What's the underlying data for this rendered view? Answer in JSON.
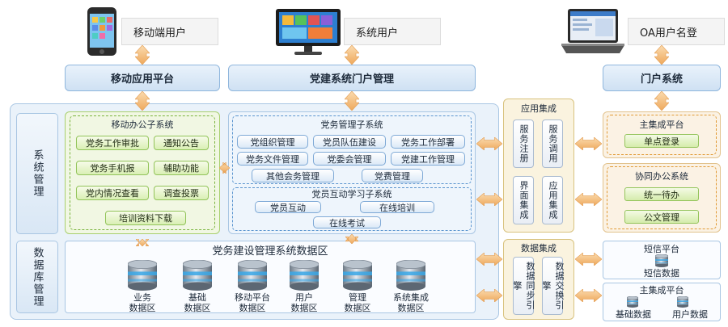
{
  "top_users": {
    "mobile": "移动端用户",
    "system": "系统用户",
    "oa": "OA用户名登"
  },
  "top_bars": {
    "mobile_platform": "移动应用平台",
    "portal_mgmt": "党建系统门户管理",
    "portal_system": "门户系统"
  },
  "side_labels": {
    "system_mgmt": "系统管理",
    "db_mgmt": "数据库管理"
  },
  "mobile_office": {
    "title": "移动办公子系统",
    "items": [
      "党务工作审批",
      "通知公告",
      "党务手机报",
      "辅助功能",
      "党内情况查看",
      "调查投票",
      "培训资料下载"
    ]
  },
  "party_mgmt": {
    "title": "党务管理子系统",
    "items": [
      "党组织管理",
      "党员队伍建设",
      "党务工作部署",
      "党务文件管理",
      "党委会管理",
      "党建工作管理",
      "其他会务管理",
      "党费管理"
    ]
  },
  "party_learning": {
    "title": "党员互动学习子系统",
    "items": [
      "党员互动",
      "在线培训",
      "在线考试"
    ]
  },
  "data_area": {
    "title": "党务建设管理系统数据区",
    "dbs": [
      "业务数据区",
      "基础数据区",
      "移动平台数据区",
      "用户数据区",
      "管理数据区",
      "系统集成数据区"
    ]
  },
  "app_integration": {
    "title": "应用集成",
    "items": [
      "服务注册",
      "服务调用",
      "界面集成",
      "应用集成"
    ]
  },
  "data_integration": {
    "title": "数据集成",
    "items": [
      "数据同步引擎",
      "数据交换引擎"
    ]
  },
  "main_platform": {
    "title": "主集成平台",
    "item": "单点登录"
  },
  "collab_office": {
    "title": "协同办公系统",
    "items": [
      "统一待办",
      "公文管理"
    ]
  },
  "sms_platform": {
    "title": "短信平台",
    "item": "短信数据"
  },
  "main_platform2": {
    "title": "主集成平台",
    "items": [
      "基础数据",
      "用户数据"
    ]
  },
  "colors": {
    "accent_blue": "#8fb6dd",
    "green": "#79b43c",
    "orange": "#e19a35",
    "arrow": "#f2c48c"
  }
}
